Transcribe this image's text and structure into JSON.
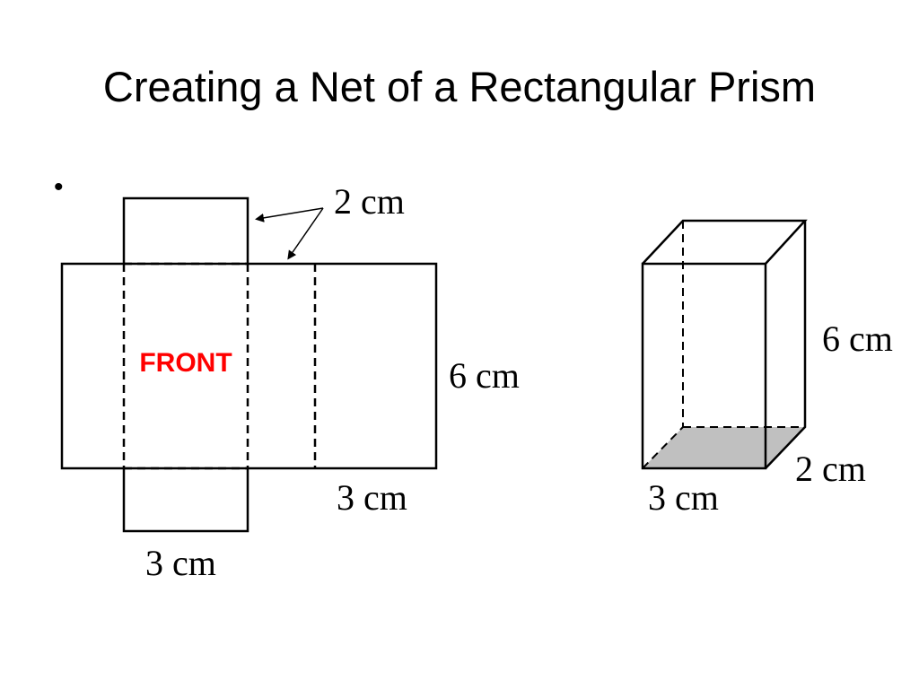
{
  "slide": {
    "title": "Creating a Net of a Rectangular Prism",
    "bullet": "•"
  },
  "net": {
    "front_label": "FRONT",
    "front_label_color": "#ff0000",
    "labels": {
      "top_depth": "2 cm",
      "height": "6 cm",
      "side_width": "3 cm",
      "bottom_width": "3 cm"
    }
  },
  "prism": {
    "base_shade_color": "#c0c0c0",
    "labels": {
      "height": "6 cm",
      "depth": "2 cm",
      "width": "3 cm"
    }
  }
}
